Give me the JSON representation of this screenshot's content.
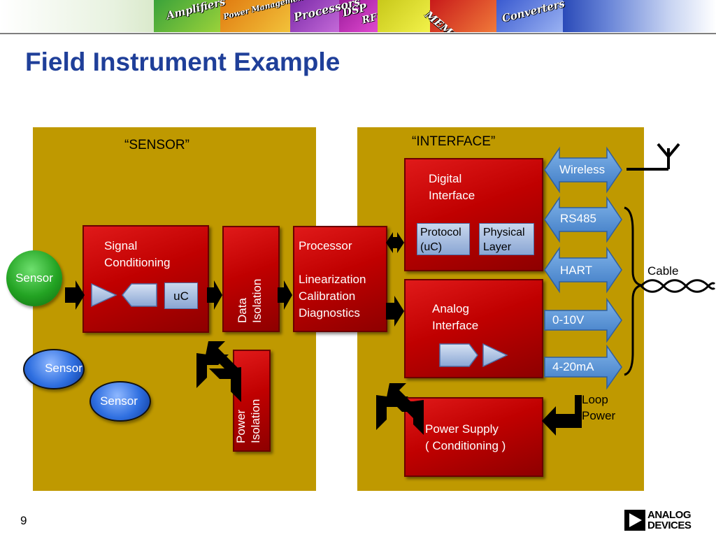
{
  "banner": {
    "words": [
      "Amplifiers",
      "Power Management",
      "Processors",
      "DSP",
      "RF",
      "MEMS",
      "Converters"
    ]
  },
  "slide": {
    "title": "Field Instrument Example",
    "page_number": "9"
  },
  "sensor_panel": {
    "label": "“SENSOR”",
    "sensors": [
      "Sensor",
      "Sensor",
      "Sensor"
    ],
    "signal_conditioning": "Signal\nConditioning",
    "uc": "uC",
    "data_isolation": "Data\nIsolation",
    "processor": "Processor\n\nLinearization\nCalibration\nDiagnostics",
    "power_isolation": "Power\nIsolation"
  },
  "interface_panel": {
    "label": "“INTERFACE”",
    "digital_interface": "Digital\nInterface",
    "protocol": "Protocol\n(uC)",
    "physical_layer": "Physical\nLayer",
    "analog_interface": "Analog\nInterface",
    "power_supply": "Power Supply\n( Conditioning )"
  },
  "outputs": [
    "Wireless",
    "RS485",
    "HART",
    "0-10V",
    "4-20mA"
  ],
  "external": {
    "cable": "Cable",
    "loop_power": "Loop\nPower"
  },
  "logo": {
    "line1": "ANALOG",
    "line2": "DEVICES"
  },
  "colors": {
    "title": "#1f3f99",
    "panel": "#bf9900",
    "block_red": "#c00000",
    "arrow_blue": "#5b9bd5",
    "sensor_green": "#23a323",
    "sensor_blue": "#2f6fe0"
  }
}
